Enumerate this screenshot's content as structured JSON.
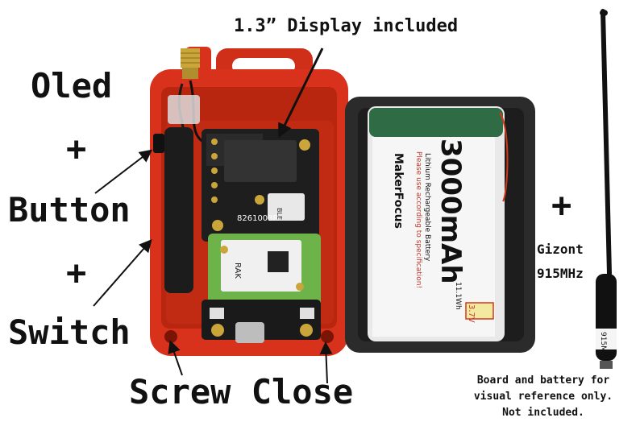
{
  "labels": {
    "display": "1.3” Display included",
    "oled": "Oled",
    "plus1": "+",
    "button": "Button",
    "plus2": "+",
    "switch": "Switch",
    "screw_close": "Screw Close",
    "plus_right": "+",
    "antenna_brand": "Gizont",
    "antenna_freq": "915MHz"
  },
  "disclaimer": {
    "line1": "Board and battery for",
    "line2": "visual reference only.",
    "line3": "Not included."
  },
  "battery": {
    "capacity": "3000mAh",
    "chemistry": "Lithium Rechargeable Battery",
    "warning": "Please use according to specification!",
    "brand": "MakerFocus",
    "energy": "11.1Wh",
    "voltage": "3.7V"
  },
  "board": {
    "serial": "8261003R",
    "ble": "BLE",
    "module": "RAK"
  },
  "antenna": {
    "tube": "915M"
  },
  "colors": {
    "case_red": "#d8321c",
    "lid_dark": "#2b2b2b",
    "pcb": "#1e1e1e",
    "module_green": "#6db34a",
    "battery_green": "#2f6b45",
    "text": "#111111"
  }
}
